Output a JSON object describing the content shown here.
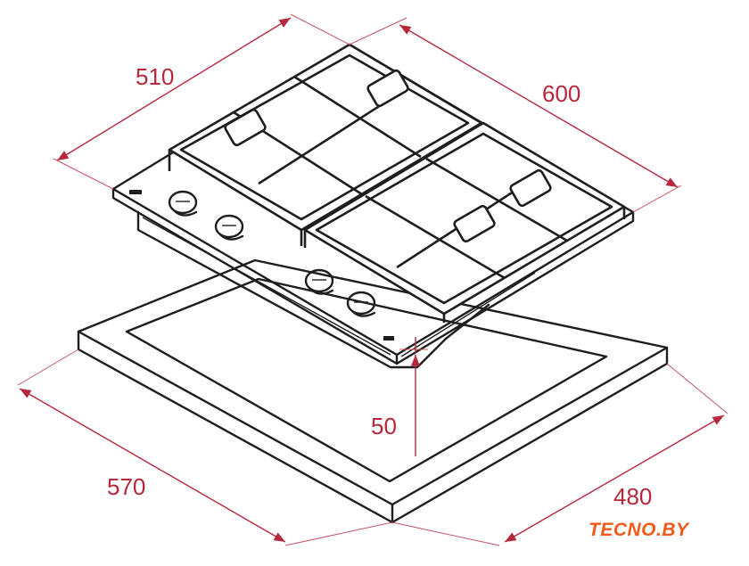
{
  "dimensions": {
    "width_label": "510",
    "depth_label": "600",
    "height_label": "50",
    "cutout_width_label": "570",
    "cutout_depth_label": "480"
  },
  "watermark": {
    "text": "TECNO.BY",
    "color": "#ef5a18"
  },
  "colors": {
    "dimension_line": "#b8283d",
    "outline": "#1e1e1e"
  }
}
